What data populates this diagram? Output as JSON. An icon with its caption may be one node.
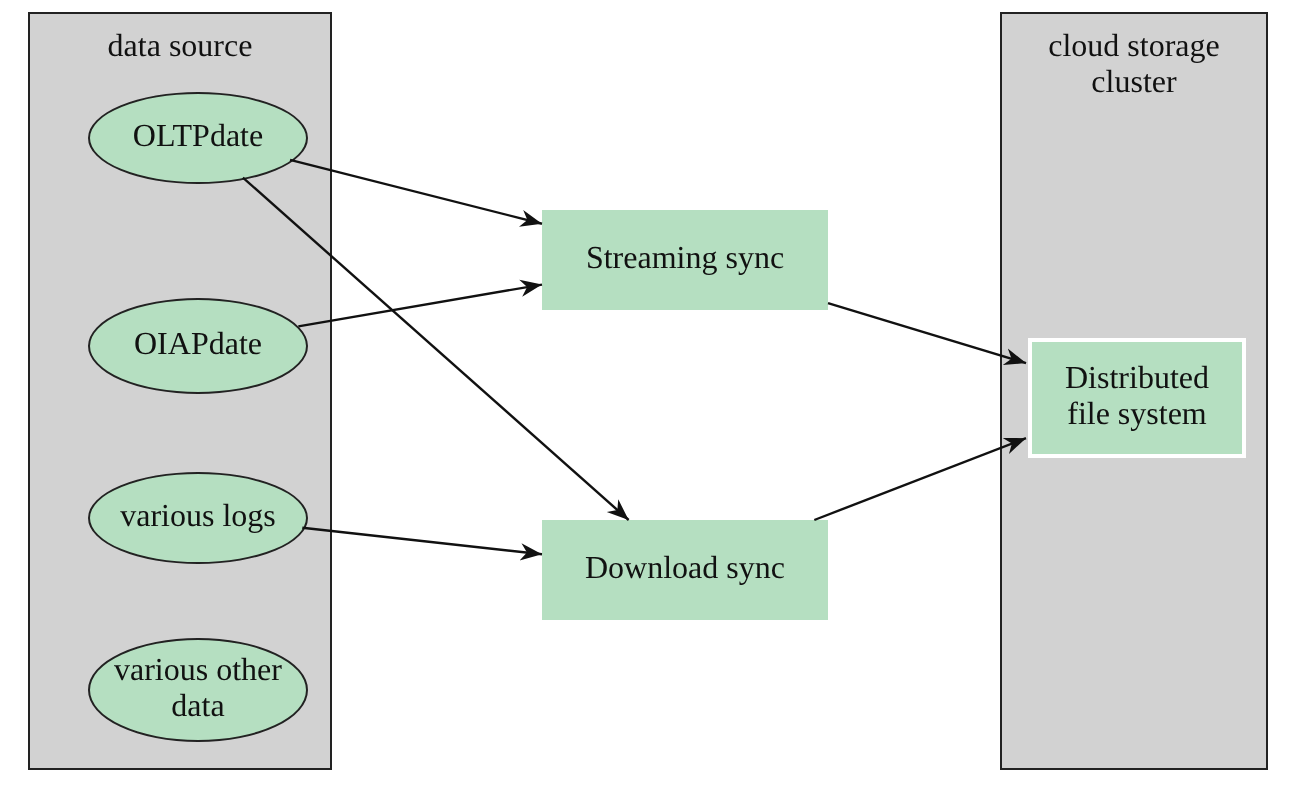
{
  "diagram": {
    "nodes": [
      {
        "text": [
          "data source"
        ]
      },
      {
        "text": [
          "OLTPdate"
        ],
        "in": 0
      },
      {
        "text": [
          "OIAPdate"
        ],
        "in": 0
      },
      {
        "text": [
          "various logs"
        ],
        "in": 0
      },
      {
        "text": [
          "various other data"
        ],
        "in": 0
      },
      {
        "text": [
          "Streaming sync"
        ]
      },
      {
        "text": [
          "Download sync"
        ]
      },
      {
        "text": [
          "cloud storage cluster"
        ]
      },
      {
        "text": [
          "Distributed file system"
        ],
        "in": 7
      }
    ],
    "edges": [
      {
        "from": 1,
        "to": 5,
        "arrow": "to"
      },
      {
        "from": 2,
        "to": 5,
        "arrow": "to"
      },
      {
        "from": 1,
        "to": 6,
        "arrow": "to"
      },
      {
        "from": 3,
        "to": 6,
        "arrow": "to"
      },
      {
        "from": 5,
        "to": 8,
        "arrow": "to"
      },
      {
        "from": 6,
        "to": 8,
        "arrow": "to"
      }
    ]
  }
}
